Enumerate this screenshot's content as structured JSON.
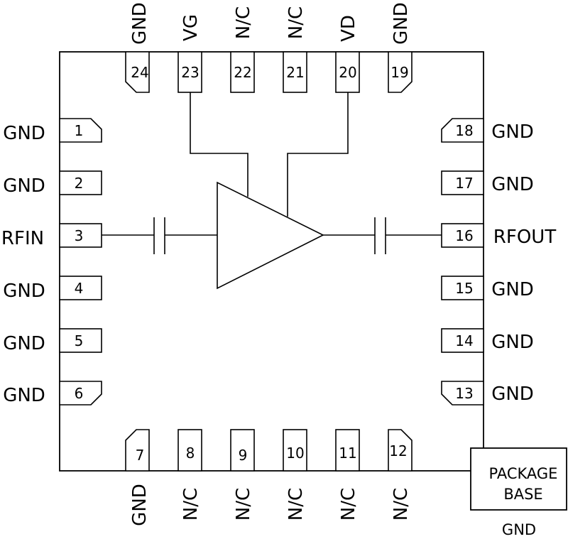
{
  "pins": {
    "p1": {
      "num": "1",
      "name": "GND"
    },
    "p2": {
      "num": "2",
      "name": "GND"
    },
    "p3": {
      "num": "3",
      "name": "RFIN"
    },
    "p4": {
      "num": "4",
      "name": "GND"
    },
    "p5": {
      "num": "5",
      "name": "GND"
    },
    "p6": {
      "num": "6",
      "name": "GND"
    },
    "p7": {
      "num": "7",
      "name": "GND"
    },
    "p8": {
      "num": "8",
      "name": "N/C"
    },
    "p9": {
      "num": "9",
      "name": "N/C"
    },
    "p10": {
      "num": "10",
      "name": "N/C"
    },
    "p11": {
      "num": "11",
      "name": "N/C"
    },
    "p12": {
      "num": "12",
      "name": "N/C"
    },
    "p13": {
      "num": "13",
      "name": "GND"
    },
    "p14": {
      "num": "14",
      "name": "GND"
    },
    "p15": {
      "num": "15",
      "name": "GND"
    },
    "p16": {
      "num": "16",
      "name": "RFOUT"
    },
    "p17": {
      "num": "17",
      "name": "GND"
    },
    "p18": {
      "num": "18",
      "name": "GND"
    },
    "p19": {
      "num": "19",
      "name": "GND"
    },
    "p20": {
      "num": "20",
      "name": "VD"
    },
    "p21": {
      "num": "21",
      "name": "N/C"
    },
    "p22": {
      "num": "22",
      "name": "N/C"
    },
    "p23": {
      "num": "23",
      "name": "VG"
    },
    "p24": {
      "num": "24",
      "name": "GND"
    }
  },
  "package_base": {
    "line1": "PACKAGE",
    "line2": "BASE",
    "label": "GND"
  }
}
